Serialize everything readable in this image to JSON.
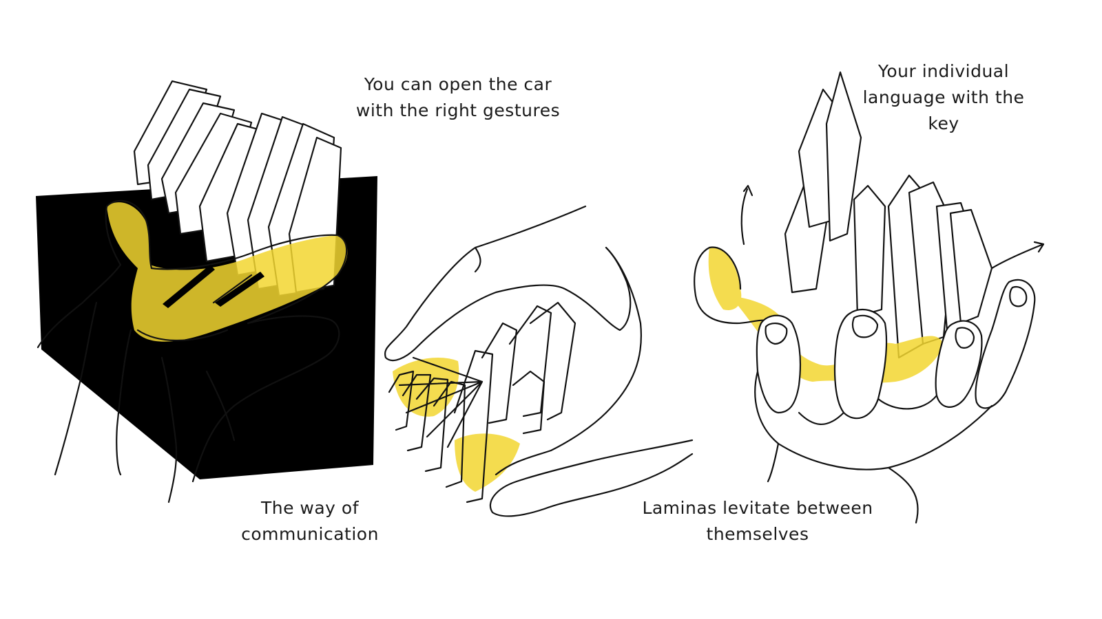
{
  "colors": {
    "accent_yellow": "#f2d630",
    "ink": "#111111",
    "background": "#ffffff"
  },
  "captions": {
    "open_car": [
      "You can open the car",
      "with the right gestures"
    ],
    "individual_language": [
      "Your individual",
      "language with the",
      "key"
    ],
    "way_of_communication": [
      "The way of",
      "communication"
    ],
    "laminas_levitate": [
      "Laminas levitate between",
      "themselves"
    ]
  }
}
